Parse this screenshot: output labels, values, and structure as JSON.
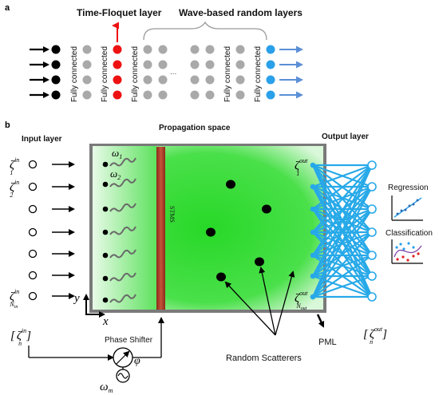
{
  "panel_a": {
    "label": "a",
    "time_floquet": "Time-Floquet layer",
    "wave_random": "Wave-based random layers",
    "fc": "Fully connected",
    "ellipsis": "...",
    "colors": {
      "input": "#000000",
      "floquet": "#ee1111",
      "hidden": "#a9a9a9",
      "output": "#2aa0ea",
      "out_arrow": "#5b8fd6"
    }
  },
  "panel_b": {
    "label": "b",
    "input_layer": "Input layer",
    "propagation_space": "Propagation space",
    "output_layer": "Output layer",
    "stmms": "STMS",
    "zeta": "ζ",
    "sup_in": "in",
    "sup_out": "out",
    "sub_1": "1",
    "sub_2": "2",
    "sub_nin": "N",
    "sub_nin_sub": "in",
    "sub_nout": "N",
    "sub_nout_sub": "out",
    "omega": "ω",
    "omega_1": "1",
    "omega_2": "2",
    "omega_m": "m",
    "y_axis": "y",
    "x_axis": "x",
    "bracket_in": "in",
    "bracket_sub": "n",
    "bracket_out": "out",
    "phase_shifter": "Phase Shifter",
    "phi": "φ",
    "pml": "PML",
    "random_scatterers": "Random Scatterers",
    "regression": "Regression",
    "classification": "Classification",
    "colors": {
      "field": "#2ddc2d",
      "stmms": "#b0402a",
      "network": "#27a9e8"
    }
  }
}
